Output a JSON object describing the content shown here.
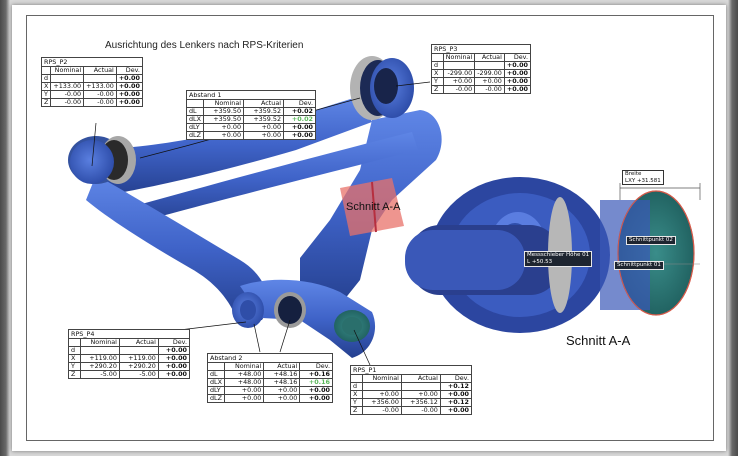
{
  "report": {
    "title": "Ausrichtung des Lenkers nach RPS-Kriterien",
    "section_label": "Schnitt A-A",
    "section_caption": "Schnitt A-A"
  },
  "columns": {
    "nominal": "Nominal",
    "actual": "Actual",
    "dev": "Dev."
  },
  "tables": {
    "rps_p2": {
      "name": "RPS_P2",
      "rows": [
        {
          "k": "d",
          "nominal": "",
          "actual": "",
          "dev": "+0.00"
        },
        {
          "k": "X",
          "nominal": "+133.00",
          "actual": "+133.00",
          "dev": "+0.00"
        },
        {
          "k": "Y",
          "nominal": "-0.00",
          "actual": "-0.00",
          "dev": "+0.00"
        },
        {
          "k": "Z",
          "nominal": "-0.00",
          "actual": "-0.00",
          "dev": "+0.00"
        }
      ]
    },
    "rps_p3": {
      "name": "RPS_P3",
      "rows": [
        {
          "k": "d",
          "nominal": "",
          "actual": "",
          "dev": "+0.00"
        },
        {
          "k": "X",
          "nominal": "-299.00",
          "actual": "-299.00",
          "dev": "+0.00"
        },
        {
          "k": "Y",
          "nominal": "+0.00",
          "actual": "+0.00",
          "dev": "+0.00"
        },
        {
          "k": "Z",
          "nominal": "-0.00",
          "actual": "-0.00",
          "dev": "+0.00"
        }
      ]
    },
    "abstand1": {
      "name": "Abstand 1",
      "rows": [
        {
          "k": "dL",
          "nominal": "+359.50",
          "actual": "+359.52",
          "dev": "+0.02"
        },
        {
          "k": "dLX",
          "nominal": "+359.50",
          "actual": "+359.52",
          "dev": "+0.02"
        },
        {
          "k": "dLY",
          "nominal": "+0.00",
          "actual": "+0.00",
          "dev": "+0.00"
        },
        {
          "k": "dLZ",
          "nominal": "+0.00",
          "actual": "+0.00",
          "dev": "+0.00"
        }
      ]
    },
    "rps_p4": {
      "name": "RPS_P4",
      "rows": [
        {
          "k": "d",
          "nominal": "",
          "actual": "",
          "dev": "+0.00"
        },
        {
          "k": "X",
          "nominal": "+119.00",
          "actual": "+119.00",
          "dev": "+0.00"
        },
        {
          "k": "Y",
          "nominal": "+290.20",
          "actual": "+290.20",
          "dev": "+0.00"
        },
        {
          "k": "Z",
          "nominal": "-5.00",
          "actual": "-5.00",
          "dev": "+0.00"
        }
      ]
    },
    "abstand2": {
      "name": "Abstand 2",
      "rows": [
        {
          "k": "dL",
          "nominal": "+48.00",
          "actual": "+48.16",
          "dev": "+0.16"
        },
        {
          "k": "dLX",
          "nominal": "+48.00",
          "actual": "+48.16",
          "dev": "+0.16"
        },
        {
          "k": "dLY",
          "nominal": "+0.00",
          "actual": "+0.00",
          "dev": "+0.00"
        },
        {
          "k": "dLZ",
          "nominal": "+0.00",
          "actual": "+0.00",
          "dev": "+0.00"
        }
      ]
    },
    "rps_p1": {
      "name": "RPS_P1",
      "rows": [
        {
          "k": "d",
          "nominal": "",
          "actual": "",
          "dev": "+0.12"
        },
        {
          "k": "X",
          "nominal": "+0.00",
          "actual": "+0.00",
          "dev": "+0.00"
        },
        {
          "k": "Y",
          "nominal": "+356.00",
          "actual": "+356.12",
          "dev": "+0.12"
        },
        {
          "k": "Z",
          "nominal": "-0.00",
          "actual": "-0.00",
          "dev": "+0.00"
        }
      ]
    }
  },
  "section_tags": {
    "breite_title": "Breite",
    "breite_value": "LXY +31.581",
    "messschieber_title": "Messschieber Höhe 01",
    "messschieber_value": "L +50.53",
    "schnittpunkt_02": "Schnittpunkt 02",
    "schnittpunkt_01": "Schnittpunkt 01"
  },
  "colors": {
    "part_blue": "#3f63c8",
    "part_dark": "#1e3577",
    "section_teal": "#2e7a78",
    "highlight_green": "#5cb85c",
    "section_plane": "#e8726a"
  }
}
